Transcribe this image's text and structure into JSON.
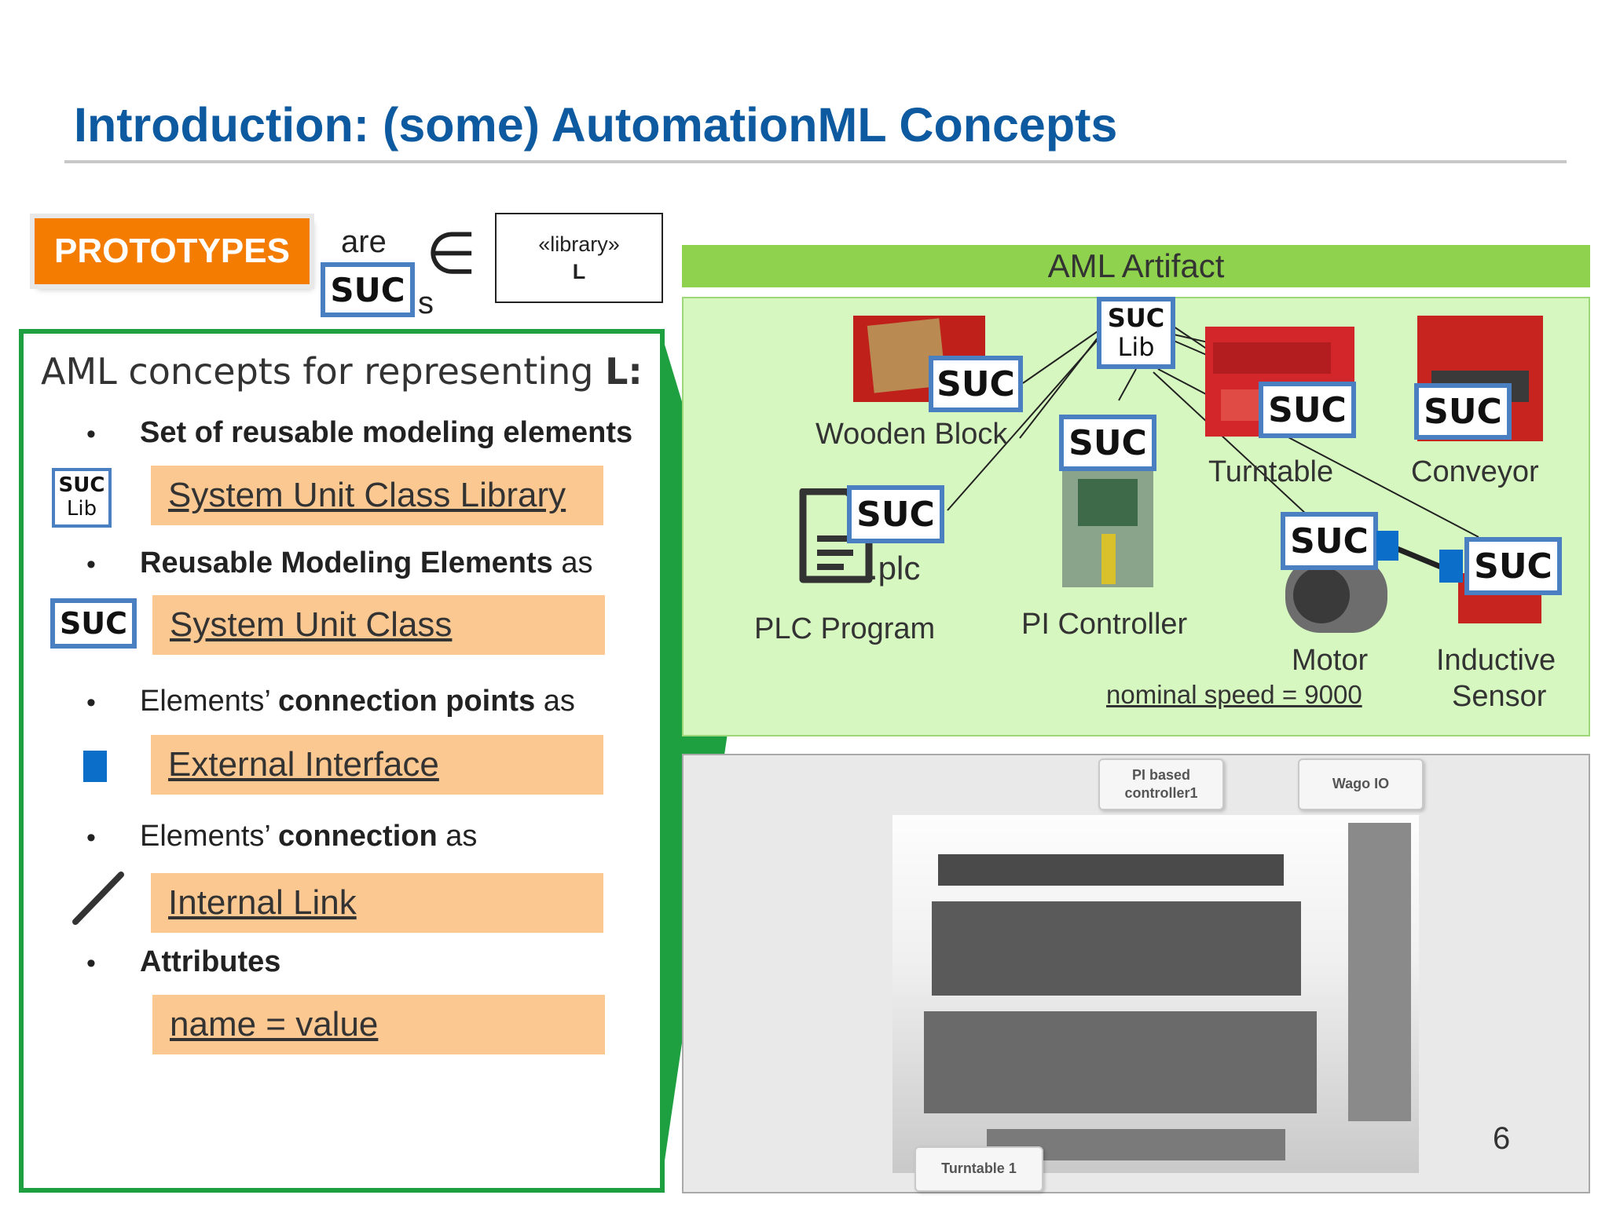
{
  "title": "Introduction: (some) AutomationML Concepts",
  "prototypes": {
    "badge": "PROTOTYPES",
    "are": "are",
    "suc": "SUC",
    "plural_s": "s",
    "element_of": "∈",
    "library_stereotype": "«library»",
    "library_name": "L"
  },
  "left_panel": {
    "heading_prefix": "AML concepts for representing ",
    "heading_bold": "L:",
    "items": [
      {
        "bullet": "•",
        "text_bold": "Set of reusable modeling elements",
        "text_plain": "",
        "icon": "suc-lib-icon",
        "icon_line1": "SUC",
        "icon_line2": "Lib",
        "concept": "System Unit Class Library"
      },
      {
        "bullet": "•",
        "text_bold": "Reusable Modeling Elements",
        "text_plain": " as",
        "icon": "suc-icon",
        "icon_line1": "SUC",
        "concept": "System Unit Class"
      },
      {
        "bullet": "•",
        "text_plain_pre": "Elements’ ",
        "text_bold": "connection points",
        "text_plain": " as",
        "icon": "blue-square-icon",
        "concept": "External Interface"
      },
      {
        "bullet": "•",
        "text_plain_pre": "Elements’ ",
        "text_bold": "connection",
        "text_plain": " as",
        "icon": "diagonal-line-icon",
        "concept": "Internal Link"
      },
      {
        "bullet": "•",
        "text_bold": "Attributes",
        "text_plain": "",
        "concept": "name = value"
      }
    ]
  },
  "aml_artifact": {
    "header": "AML Artifact",
    "suc_label": "SUC",
    "lib_label": "Lib",
    "elements": {
      "wooden_block": "Wooden Block",
      "turntable": "Turntable",
      "conveyor": "Conveyor",
      "plc_ext": ".plc",
      "plc_program": "PLC Program",
      "pi_controller": "PI Controller",
      "motor": "Motor",
      "motor_attr": "nominal speed = 9000",
      "sensor_line1": "Inductive",
      "sensor_line2": "Sensor"
    },
    "colors": {
      "header_bg": "#8fd24e",
      "area_bg": "#d6f7bf",
      "suc_border": "#4a7fc1",
      "interface": "#0b6ec9"
    }
  },
  "photo": {
    "callout_pi_line1": "PI based",
    "callout_pi_line2": "controller1",
    "callout_wago": "Wago IO",
    "callout_turntable": "Turntable 1"
  },
  "page_number": "6",
  "colors": {
    "title": "#0d5aa0",
    "badge": "#f47c00",
    "panel_border": "#1fa040",
    "concept_box": "#fbc891"
  }
}
